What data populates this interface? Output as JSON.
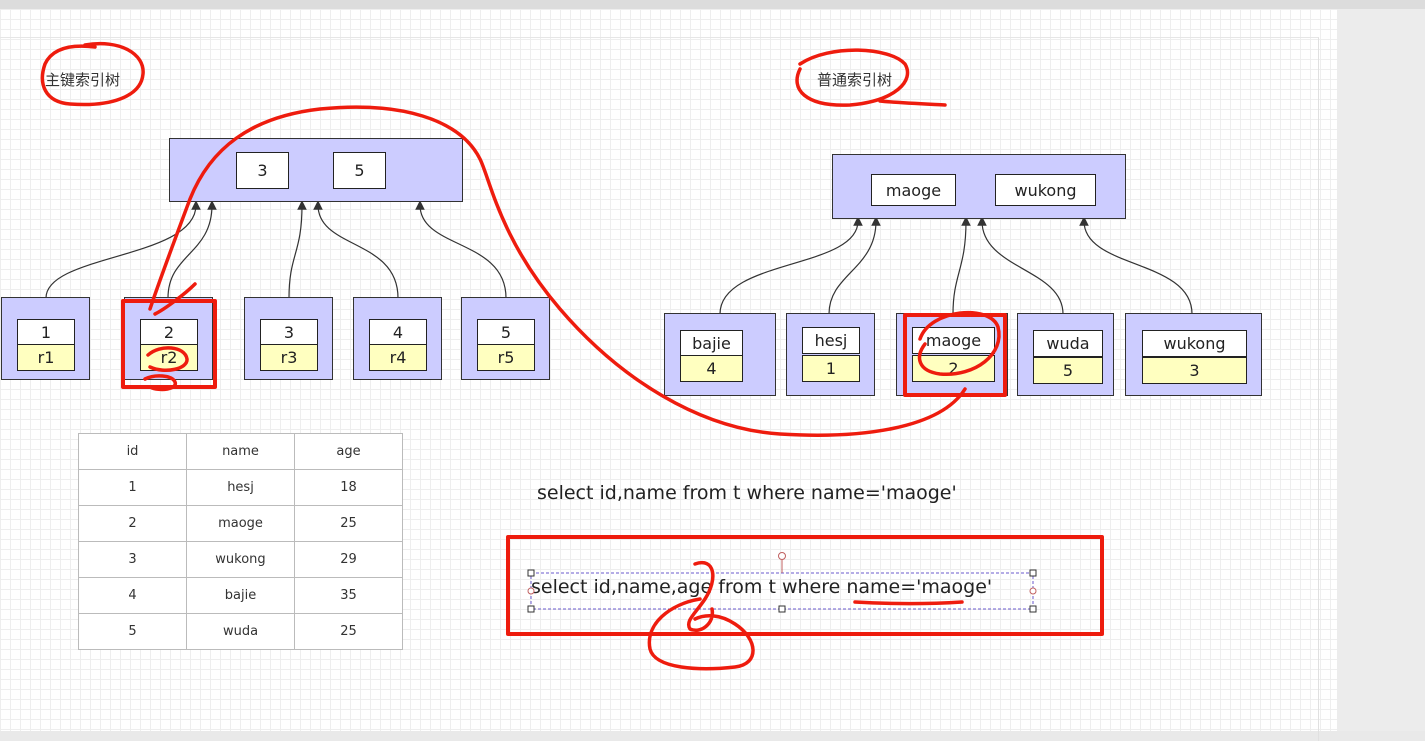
{
  "primary_tree": {
    "title": "主键索引树",
    "root_keys": [
      "3",
      "5"
    ],
    "leaves": [
      {
        "key": "1",
        "row": "r1"
      },
      {
        "key": "2",
        "row": "r2"
      },
      {
        "key": "3",
        "row": "r3"
      },
      {
        "key": "4",
        "row": "r4"
      },
      {
        "key": "5",
        "row": "r5"
      }
    ]
  },
  "secondary_tree": {
    "title": "普通索引树",
    "root_keys": [
      "maoge",
      "wukong"
    ],
    "leaves": [
      {
        "key": "bajie",
        "id": "4"
      },
      {
        "key": "hesj",
        "id": "1"
      },
      {
        "key": "maoge",
        "id": "2"
      },
      {
        "key": "wuda",
        "id": "5"
      },
      {
        "key": "wukong",
        "id": "3"
      }
    ]
  },
  "table": {
    "columns": [
      "id",
      "name",
      "age"
    ],
    "rows": [
      [
        "1",
        "hesj",
        "18"
      ],
      [
        "2",
        "maoge",
        "25"
      ],
      [
        "3",
        "wukong",
        "29"
      ],
      [
        "4",
        "bajie",
        "35"
      ],
      [
        "5",
        "wuda",
        "25"
      ]
    ]
  },
  "queries": {
    "covering": "select id,name from t where name='maoge'",
    "lookup": "select id,name,age from t where name='maoge'"
  },
  "colors": {
    "node_fill": "#ccccff",
    "row_fill": "#ffffc0",
    "annotation": "#ee1c0e"
  }
}
